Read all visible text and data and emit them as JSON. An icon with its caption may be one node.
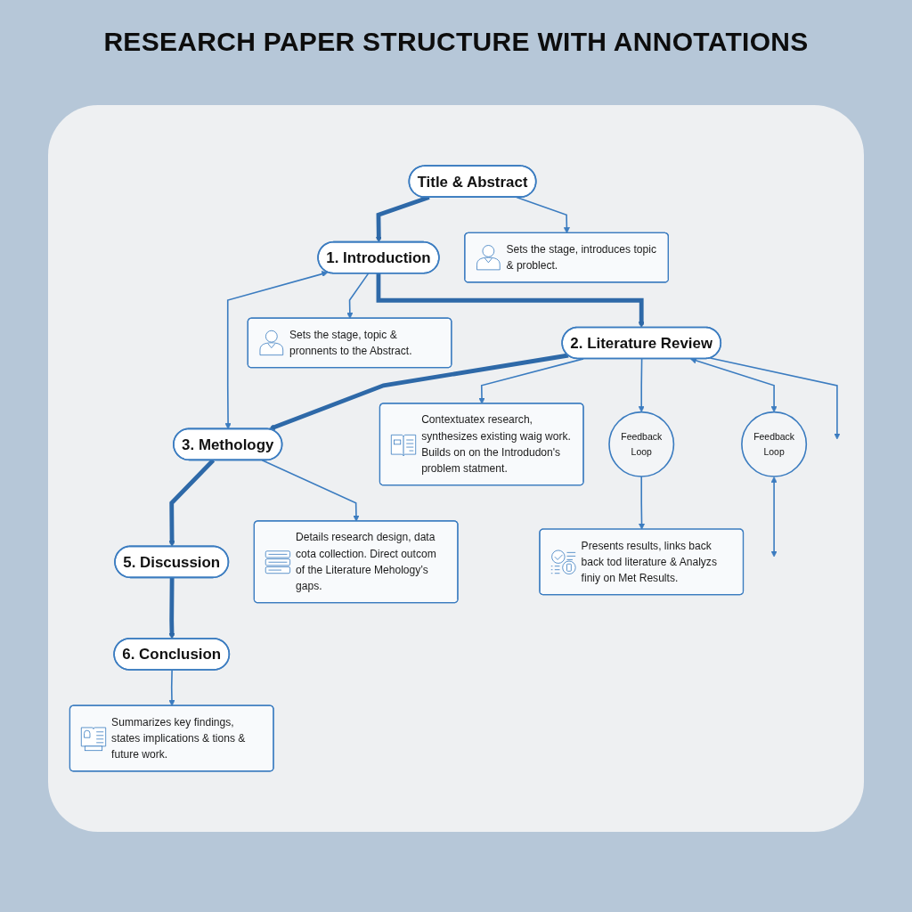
{
  "diagram": {
    "title": "RESEARCH PAPER STRUCTURE WITH ANNOTATIONS",
    "nodes": [
      {
        "text": [
          "Title & Abstract"
        ]
      },
      {
        "text": [
          "1. Introduction"
        ]
      },
      {
        "text": [
          "2. Literature Review"
        ]
      },
      {
        "text": [
          "3. Methology"
        ]
      },
      {
        "text": [
          "5. Discussion"
        ]
      },
      {
        "text": [
          "6. Conclusion"
        ]
      },
      {
        "text": [
          "Sets the stage, introduces topic & problect."
        ]
      },
      {
        "text": [
          "Sets the stage, topic & pronnents to the Abstract."
        ]
      },
      {
        "text": [
          "Contextuatex research, synthesizes existing waig work. Builds on on the Introdudon's problem statment."
        ]
      },
      {
        "text": [
          "Details research design, data cota collection. Direct outcom of the Literature Mehology’s gaps."
        ]
      },
      {
        "text": [
          "Feedback Loop"
        ]
      },
      {
        "text": [
          "Presents results, links back back tod literature & Analyzs finiy on Met Results."
        ]
      },
      {
        "text": [
          "Summarizes key findings, states implications & tions & future work."
        ]
      },
      {
        "text": [
          "Feedback Loop"
        ]
      }
    ],
    "edges": [
      {
        "from": 0,
        "to": 6,
        "arrow": "to"
      },
      {
        "from": 0,
        "to": 1,
        "arrow": "to",
        "style": "thick",
        "color": "#2e69a8"
      },
      {
        "from": 1,
        "to": 7,
        "arrow": "to"
      },
      {
        "from": 1,
        "to": 3,
        "arrow": "both"
      },
      {
        "from": 1,
        "to": 2,
        "arrow": "to",
        "style": "thick",
        "color": "#2e69a8"
      },
      {
        "from": 2,
        "to": 8,
        "arrow": "to"
      },
      {
        "from": 2,
        "to": 13,
        "arrow": "both"
      },
      {
        "from": 2,
        "to": 10,
        "arrow": "to"
      },
      {
        "from": 2,
        "to": null,
        "arrow": "to"
      },
      {
        "from": 2,
        "to": 3,
        "arrow": "to",
        "style": "thick",
        "color": "#2e69a8"
      },
      {
        "from": 3,
        "to": 9,
        "arrow": "to"
      },
      {
        "from": 3,
        "to": 4,
        "arrow": "to",
        "style": "thick",
        "color": "#2e69a8"
      },
      {
        "from": 10,
        "to": 11,
        "arrow": "to"
      },
      {
        "from": 4,
        "to": 5,
        "arrow": "to",
        "style": "thick",
        "color": "#2e69a8"
      },
      {
        "from": 13,
        "to": null,
        "arrow": "both"
      },
      {
        "from": 5,
        "to": 12,
        "arrow": "to"
      }
    ]
  }
}
